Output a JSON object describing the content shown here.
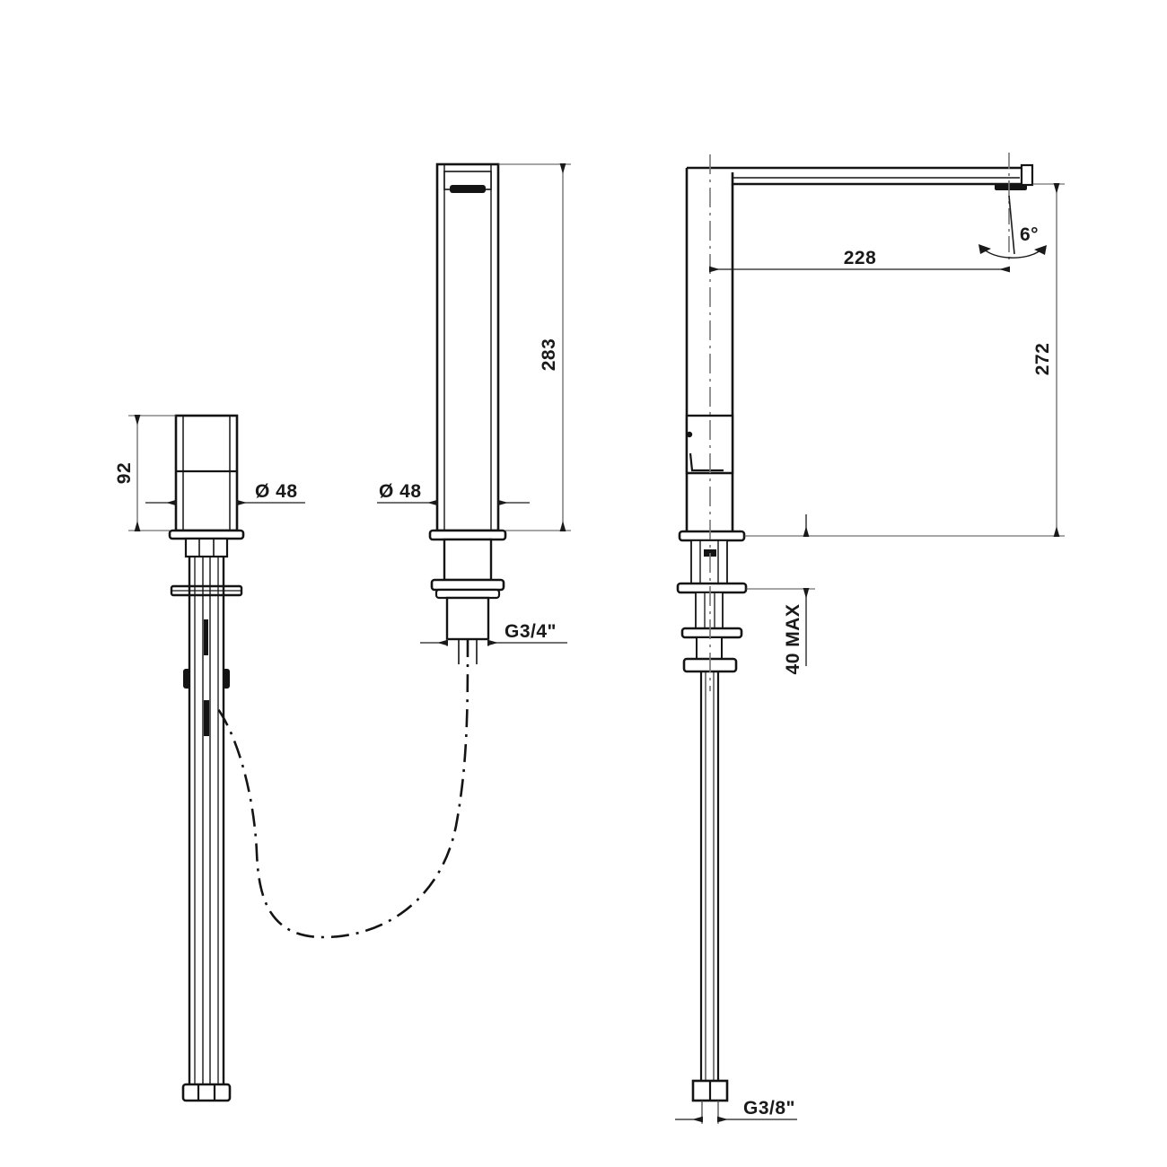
{
  "drawing": {
    "type": "technical-drawing",
    "subject": "single-lever-basin-mixer-tap",
    "background_color": "#ffffff",
    "line_color": "#141414",
    "dimension_line_color": "#4d4d4d",
    "text_color": "#1a1a1a",
    "units": "mm",
    "views": [
      {
        "id": "left",
        "name": "handle-front-view"
      },
      {
        "id": "middle",
        "name": "spout-front-view"
      },
      {
        "id": "right",
        "name": "assembly-side-view"
      }
    ]
  },
  "dimensions": {
    "handle_height": "92",
    "handle_diameter": "Ø 48",
    "spout_height": "283",
    "spout_diameter": "Ø 48",
    "spout_thread": "G3/4\"",
    "spout_reach": "228",
    "outlet_angle": "6°",
    "overall_height": "272",
    "max_thickness": "40 MAX",
    "supply_thread": "G3/8\""
  },
  "chart_data": {
    "type": "table",
    "title": "Faucet dimensional drawing",
    "categories": [
      "92",
      "Ø 48",
      "283",
      "G3/4\"",
      "228",
      "6°",
      "272",
      "40 MAX",
      "G3/8\""
    ],
    "values": [
      92,
      48,
      283,
      0.75,
      228,
      6,
      272,
      40,
      0.375
    ]
  }
}
